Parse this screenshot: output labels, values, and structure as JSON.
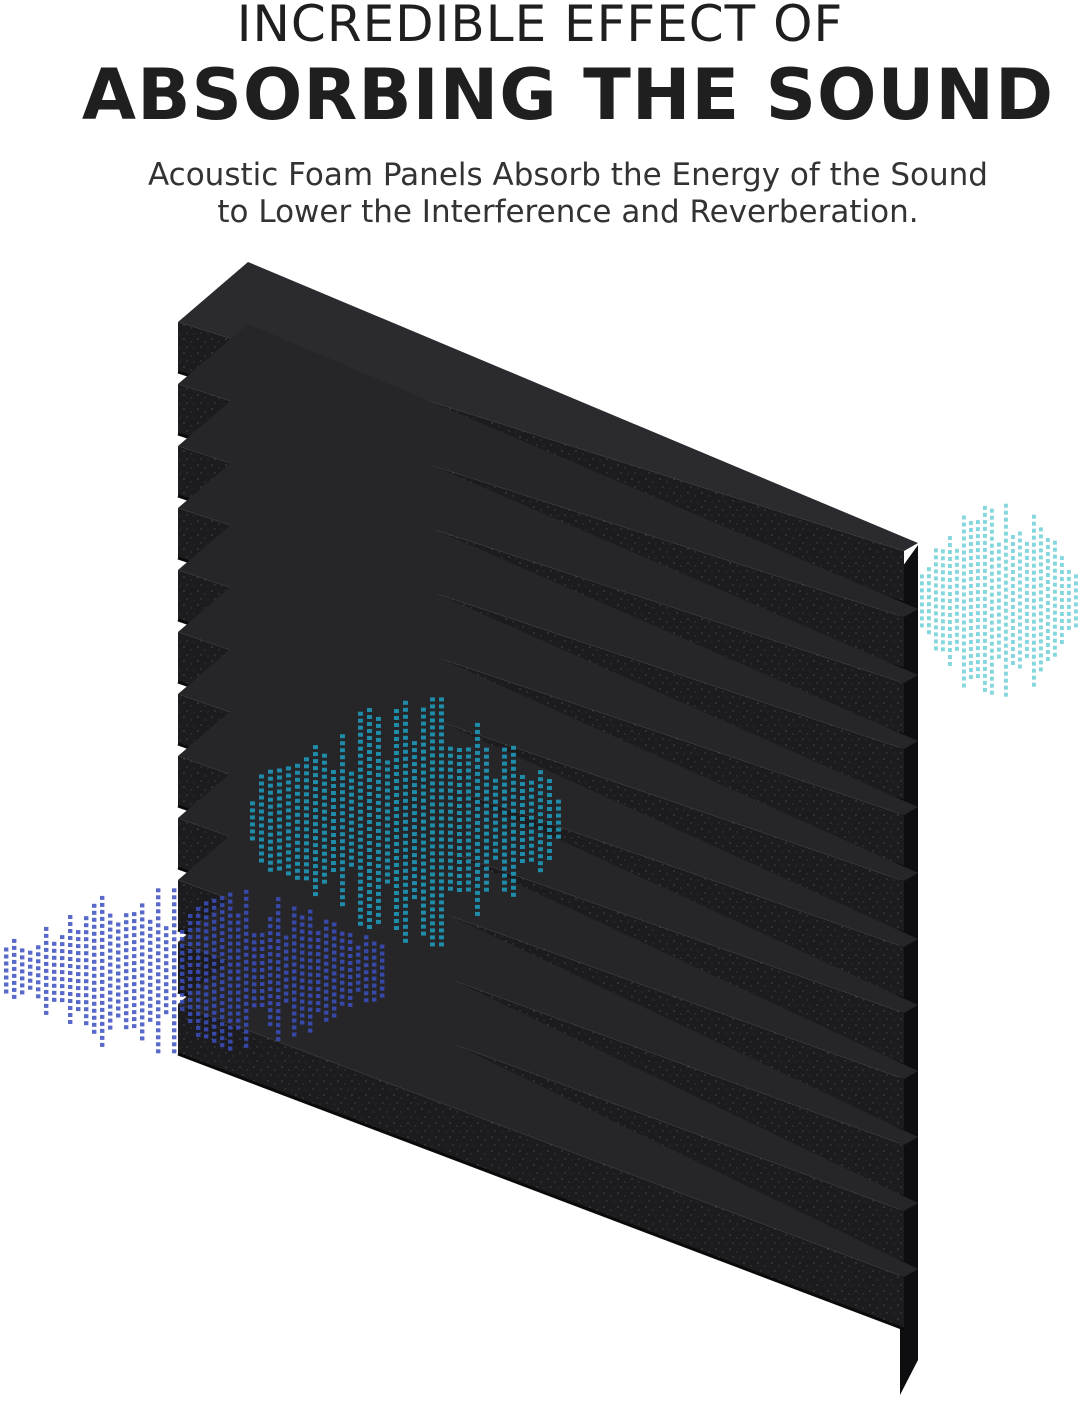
{
  "header": {
    "line1": "INCREDIBLE EFFECT OF",
    "line2": "ABSORBING THE SOUND"
  },
  "subtitle": {
    "line1": "Acoustic Foam Panels Absorb the Energy of the Sound",
    "line2": "to Lower the Interference and Reverberation."
  },
  "colors": {
    "foam": "#1c1c1f",
    "foam_highlight": "#2b2b2f",
    "wave_blue": "#3b4fbf",
    "wave_teal": "#1f9fbf",
    "wave_cyan": "#6fd0d6"
  },
  "illustration": {
    "icon": "wedge-acoustic-foam-panel",
    "waves": [
      "incoming-sound-wave-icon",
      "absorbed-sound-wave-icon",
      "reflected-sound-wave-icon"
    ]
  }
}
